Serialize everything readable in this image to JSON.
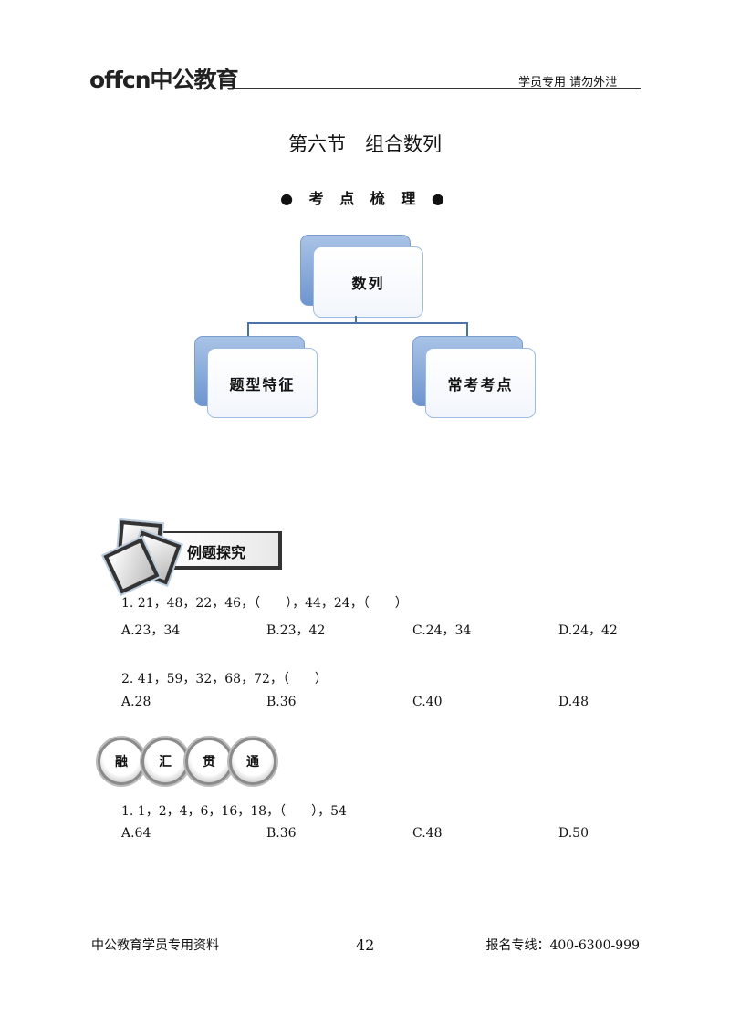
{
  "header": {
    "logo": "offcn中公教育",
    "notice": "学员专用 请勿外泄"
  },
  "title": "第六节　组合数列",
  "subheading": "● 考 点 梳 理 ●",
  "diagram": {
    "root": "数列",
    "children": [
      "题型特征",
      "常考考点"
    ]
  },
  "section1": {
    "label": "例题探究",
    "questions": [
      {
        "stem": "1. 21，48，22，46，（　　），44，24，（　　）",
        "options": [
          "A.23，34",
          "B.23，42",
          "C.24，34",
          "D.24，42"
        ]
      },
      {
        "stem": "2. 41，59，32，68，72，（　　）",
        "options": [
          "A.28",
          "B.36",
          "C.40",
          "D.48"
        ]
      }
    ]
  },
  "section2": {
    "label": [
      "融",
      "汇",
      "贯",
      "通"
    ],
    "questions": [
      {
        "stem": "1. 1，2，4，6，16，18，（　　），54",
        "options": [
          "A.64",
          "B.36",
          "C.48",
          "D.50"
        ]
      }
    ]
  },
  "footer": {
    "left": "中公教育学员专用资料",
    "page": "42",
    "right": "报名专线：400-6300-999"
  }
}
